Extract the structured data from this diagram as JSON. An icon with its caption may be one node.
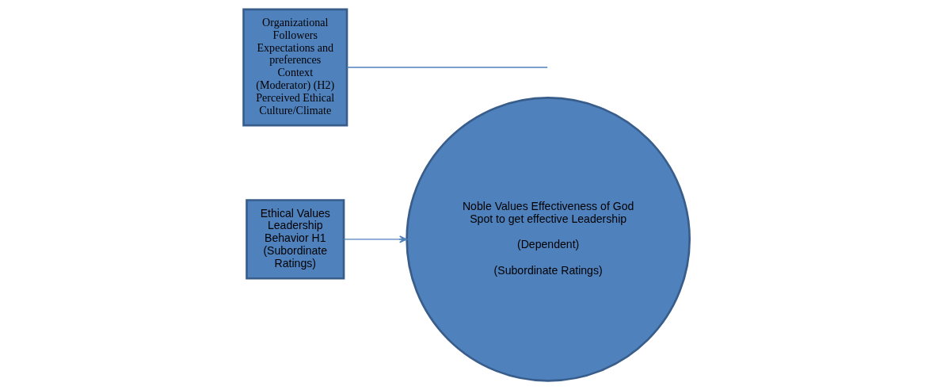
{
  "diagram": {
    "nodes": [
      {
        "text": [
          "Ethical Values Leadership Behavior H1 (Subordinate Ratings)"
        ]
      },
      {
        "text": [
          "Organizational Followers Expectations and preferences Context (Moderator) (H2) Perceived Ethical Culture/Climate"
        ]
      },
      {
        "text": [
          "Noble Values Effectiveness of God Spot to get effective Leadership",
          "(Dependent)",
          "(Subordinate Ratings)"
        ]
      }
    ],
    "edges": [
      {
        "from": 0,
        "to": 2,
        "arrow": "to"
      },
      {
        "from": 1,
        "to": null,
        "arrow": "none"
      }
    ]
  }
}
